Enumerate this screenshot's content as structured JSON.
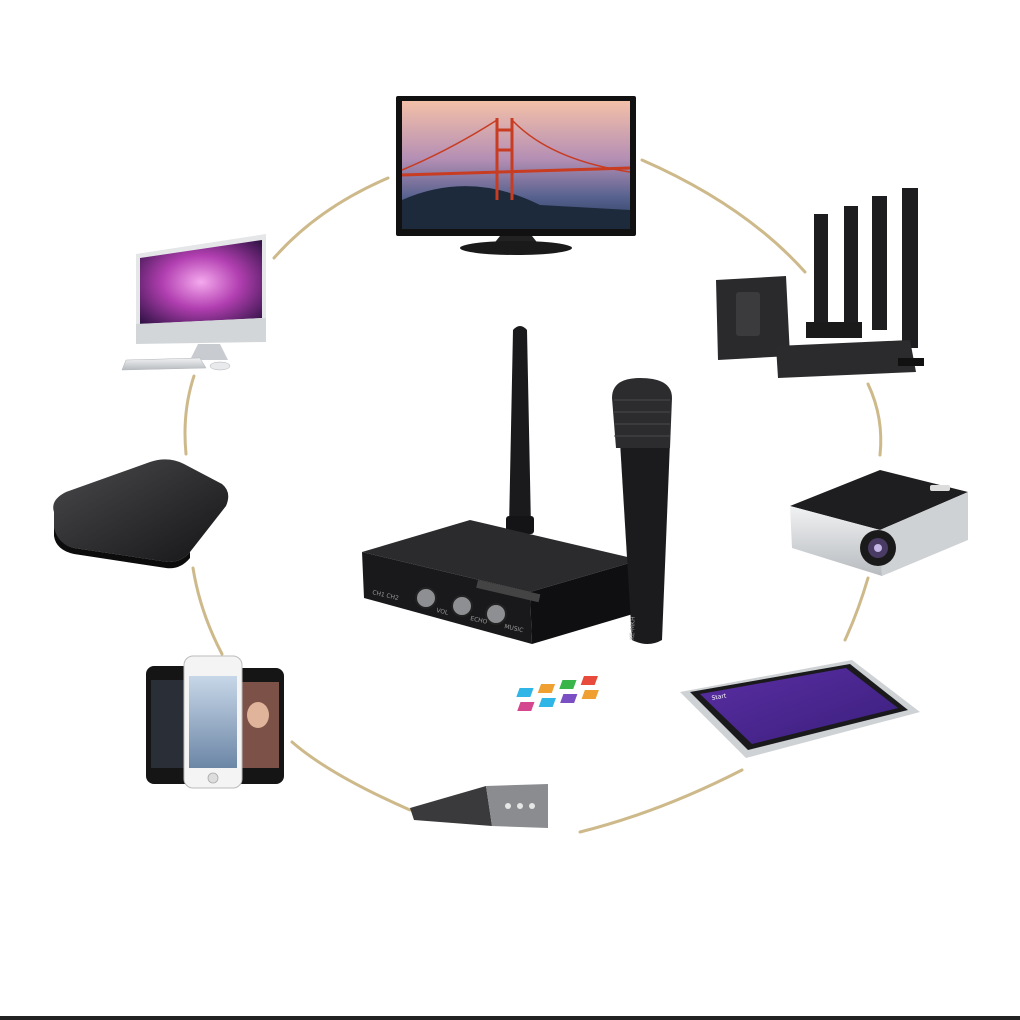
{
  "colors": {
    "background": "#ffffff",
    "ring": "#cdb98a",
    "device_black": "#1c1c1e",
    "silver": "#d9dcdf"
  },
  "receiver": {
    "channel_label": "CH1  CH2",
    "knob_label_1": "VOL",
    "knob_label_2": "ECHO",
    "knob_label_3": "MUSIC"
  },
  "microphone": {
    "model_label": "KE-MKH"
  },
  "tablet": {
    "start_label": "Start"
  },
  "icons": [
    "tv-icon",
    "desktop-computer-icon",
    "speaker-system-icon",
    "set-top-box-icon",
    "projector-icon",
    "smartphone-icon",
    "tablet-icon",
    "soundbar-icon",
    "wireless-receiver-icon",
    "microphone-icon"
  ]
}
